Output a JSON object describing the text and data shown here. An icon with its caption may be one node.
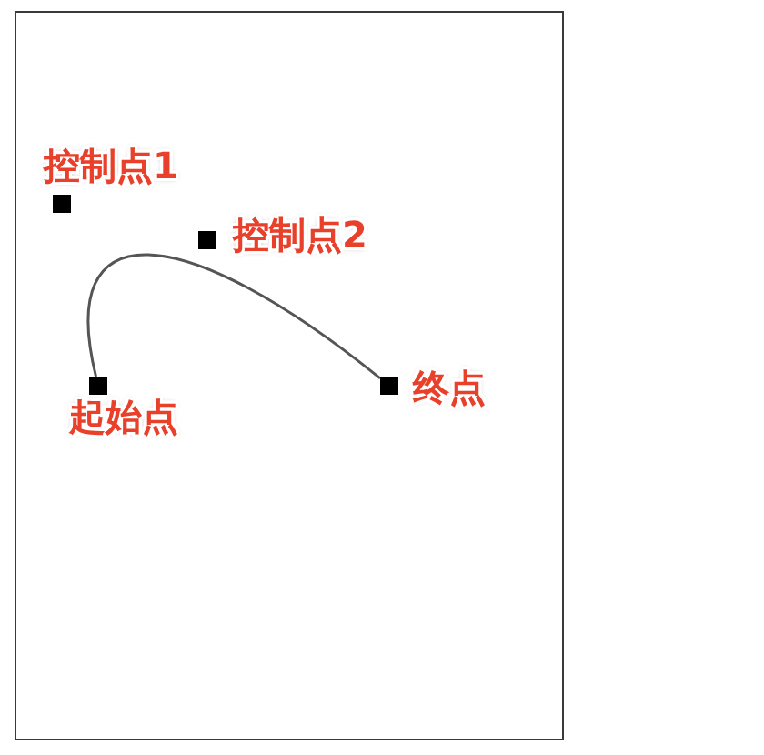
{
  "diagram": {
    "nodes": [
      {
        "text": [],
        "shape": "box",
        "beside": [
          "控制点1"
        ]
      },
      {
        "text": [],
        "shape": "box",
        "beside": [
          "控制点2"
        ]
      },
      {
        "text": [],
        "shape": "box",
        "beside": [
          "起始点"
        ]
      },
      {
        "text": [],
        "shape": "box",
        "beside": [
          "终点"
        ]
      }
    ],
    "edges": [
      {
        "from": 2,
        "to": 3,
        "arrow": "none"
      }
    ]
  }
}
